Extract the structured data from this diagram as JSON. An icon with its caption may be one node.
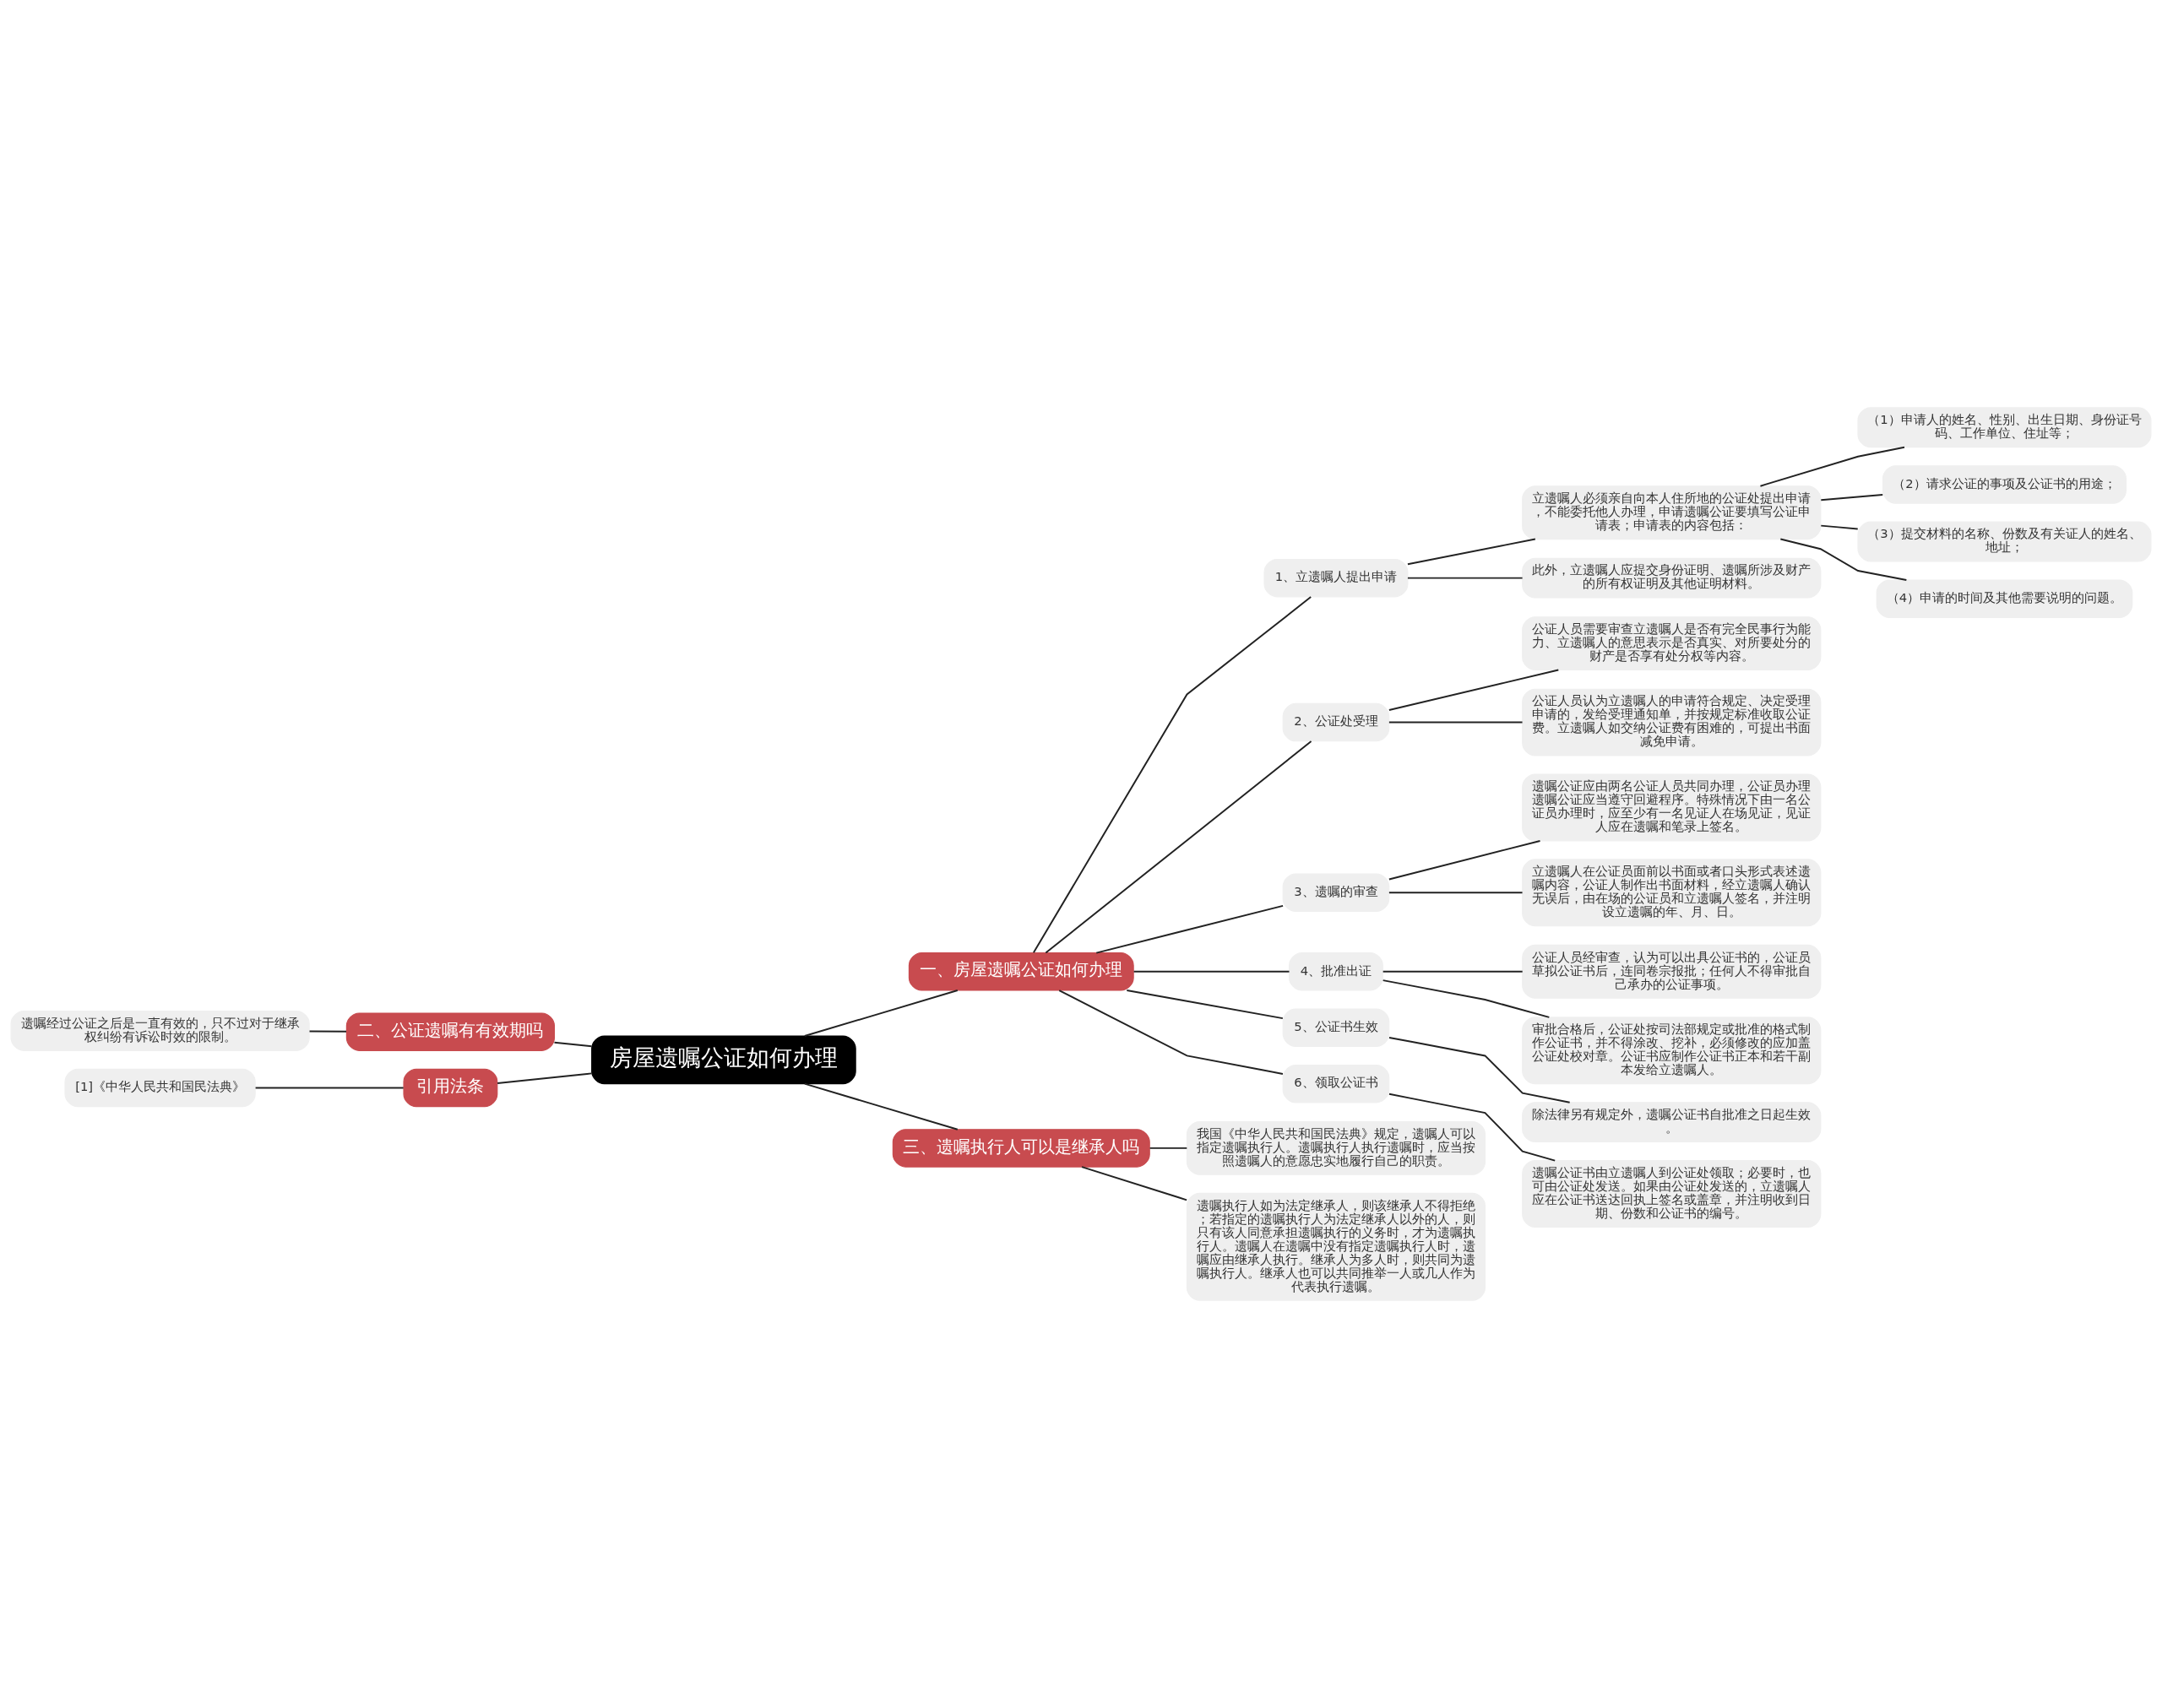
{
  "diagram": {
    "nodes": [
      {
        "text": [
          "房屋遗嘱公证如何办理"
        ]
      },
      {
        "text": [
          "一、房屋遗嘱公证如何办理"
        ]
      },
      {
        "text": [
          "1、立遗嘱人提出申请"
        ]
      },
      {
        "text": [
          "立遗嘱人必须亲自向本人住所地的公证处提出申请，不能委托他人办理，申请遗嘱公证要填写公证申请表；申请表的内容包括："
        ]
      },
      {
        "text": [
          "（1）申请人的姓名、性别、出生日期、身份证号码、工作单位、住址等；"
        ]
      },
      {
        "text": [
          "（2）请求公证的事项及公证书的用途；"
        ]
      },
      {
        "text": [
          "（3）提交材料的名称、份数及有关证人的姓名、地址；"
        ]
      },
      {
        "text": [
          "（4）申请的时间及其他需要说明的问题。"
        ]
      },
      {
        "text": [
          "此外，立遗嘱人应提交身份证明、遗嘱所涉及财产的所有权证明及其他证明材料。"
        ]
      },
      {
        "text": [
          "2、公证处受理"
        ]
      },
      {
        "text": [
          "公证人员需要审查立遗嘱人是否有完全民事行为能力、立遗嘱人的意思表示是否真实、对所要处分的财产是否享有处分权等内容。"
        ]
      },
      {
        "text": [
          "公证人员认为立遗嘱人的申请符合规定、决定受理申请的，发给受理通知单，并按规定标准收取公证费。立遗嘱人如交纳公证费有困难的，可提出书面减免申请。"
        ]
      },
      {
        "text": [
          "3、遗嘱的审查"
        ]
      },
      {
        "text": [
          "遗嘱公证应由两名公证人员共同办理，公证员办理遗嘱公证应当遵守回避程序。特殊情况下由一名公证员办理时，应至少有一名见证人在场见证，见证人应在遗嘱和笔录上签名。"
        ]
      },
      {
        "text": [
          "立遗嘱人在公证员面前以书面或者口头形式表述遗嘱内容，公证人制作出书面材料，经立遗嘱人确认无误后，由在场的公证员和立遗嘱人签名，并注明设立遗嘱的年、月、日。"
        ]
      },
      {
        "text": [
          "4、批准出证"
        ]
      },
      {
        "text": [
          "公证人员经审查，认为可以出具公证书的，公证员草拟公证书后，连同卷宗报批；任何人不得审批自己承办的公证事项。"
        ]
      },
      {
        "text": [
          "审批合格后，公证处按司法部规定或批准的格式制作公证书，并不得涂改、挖补，必须修改的应加盖公证处校对章。公证书应制作公证书正本和若干副本发给立遗嘱人。"
        ]
      },
      {
        "text": [
          "5、公证书生效"
        ]
      },
      {
        "text": [
          "除法律另有规定外，遗嘱公证书自批准之日起生效。"
        ]
      },
      {
        "text": [
          "6、领取公证书"
        ]
      },
      {
        "text": [
          "遗嘱公证书由立遗嘱人到公证处领取；必要时，也可由公证处发送。如果由公证处发送的，立遗嘱人应在公证书送达回执上签名或盖章，并注明收到日期、份数和公证书的编号。"
        ]
      },
      {
        "text": [
          "三、遗嘱执行人可以是继承人吗"
        ]
      },
      {
        "text": [
          "我国《中华人民共和国民法典》规定，遗嘱人可以指定遗嘱执行人。遗嘱执行人执行遗嘱时，应当按照遗嘱人的意愿忠实地履行自己的职责。"
        ]
      },
      {
        "text": [
          "遗嘱执行人如为法定继承人，则该继承人不得拒绝；若指定的遗嘱执行人为法定继承人以外的人，则只有该人同意承担遗嘱执行的义务时，才为遗嘱执行人。遗嘱人在遗嘱中没有指定遗嘱执行人时，遗嘱应由继承人执行。继承人为多人时，则共同为遗嘱执行人。继承人也可以共同推举一人或几人作为代表执行遗嘱。"
        ]
      },
      {
        "text": [
          "二、公证遗嘱有有效期吗"
        ]
      },
      {
        "text": [
          "遗嘱经过公证之后是一直有效的，只不过对于继承权纠纷有诉讼时效的限制。"
        ]
      },
      {
        "text": [
          "引用法条"
        ]
      },
      {
        "text": [
          "[1]《中华人民共和国民法典》"
        ]
      }
    ],
    "edges": [
      {
        "from": 0,
        "to": 1,
        "arrow": "none"
      },
      {
        "from": 1,
        "to": 2,
        "arrow": "none"
      },
      {
        "from": 2,
        "to": 3,
        "arrow": "none"
      },
      {
        "from": 3,
        "to": 4,
        "arrow": "none"
      },
      {
        "from": 3,
        "to": 5,
        "arrow": "none"
      },
      {
        "from": 3,
        "to": 6,
        "arrow": "none"
      },
      {
        "from": 3,
        "to": 7,
        "arrow": "none"
      },
      {
        "from": 2,
        "to": 8,
        "arrow": "none"
      },
      {
        "from": 1,
        "to": 9,
        "arrow": "none"
      },
      {
        "from": 9,
        "to": 10,
        "arrow": "none"
      },
      {
        "from": 9,
        "to": 11,
        "arrow": "none"
      },
      {
        "from": 1,
        "to": 12,
        "arrow": "none"
      },
      {
        "from": 12,
        "to": 13,
        "arrow": "none"
      },
      {
        "from": 12,
        "to": 14,
        "arrow": "none"
      },
      {
        "from": 1,
        "to": 15,
        "arrow": "none"
      },
      {
        "from": 15,
        "to": 16,
        "arrow": "none"
      },
      {
        "from": 15,
        "to": 17,
        "arrow": "none"
      },
      {
        "from": 1,
        "to": 18,
        "arrow": "none"
      },
      {
        "from": 18,
        "to": 19,
        "arrow": "none"
      },
      {
        "from": 1,
        "to": 20,
        "arrow": "none"
      },
      {
        "from": 20,
        "to": 21,
        "arrow": "none"
      },
      {
        "from": 0,
        "to": 22,
        "arrow": "none"
      },
      {
        "from": 22,
        "to": 23,
        "arrow": "none"
      },
      {
        "from": 22,
        "to": 24,
        "arrow": "none"
      },
      {
        "from": 0,
        "to": 25,
        "arrow": "none"
      },
      {
        "from": 25,
        "to": 26,
        "arrow": "none"
      },
      {
        "from": 0,
        "to": 27,
        "arrow": "none"
      },
      {
        "from": 27,
        "to": 28,
        "arrow": "none"
      }
    ]
  }
}
